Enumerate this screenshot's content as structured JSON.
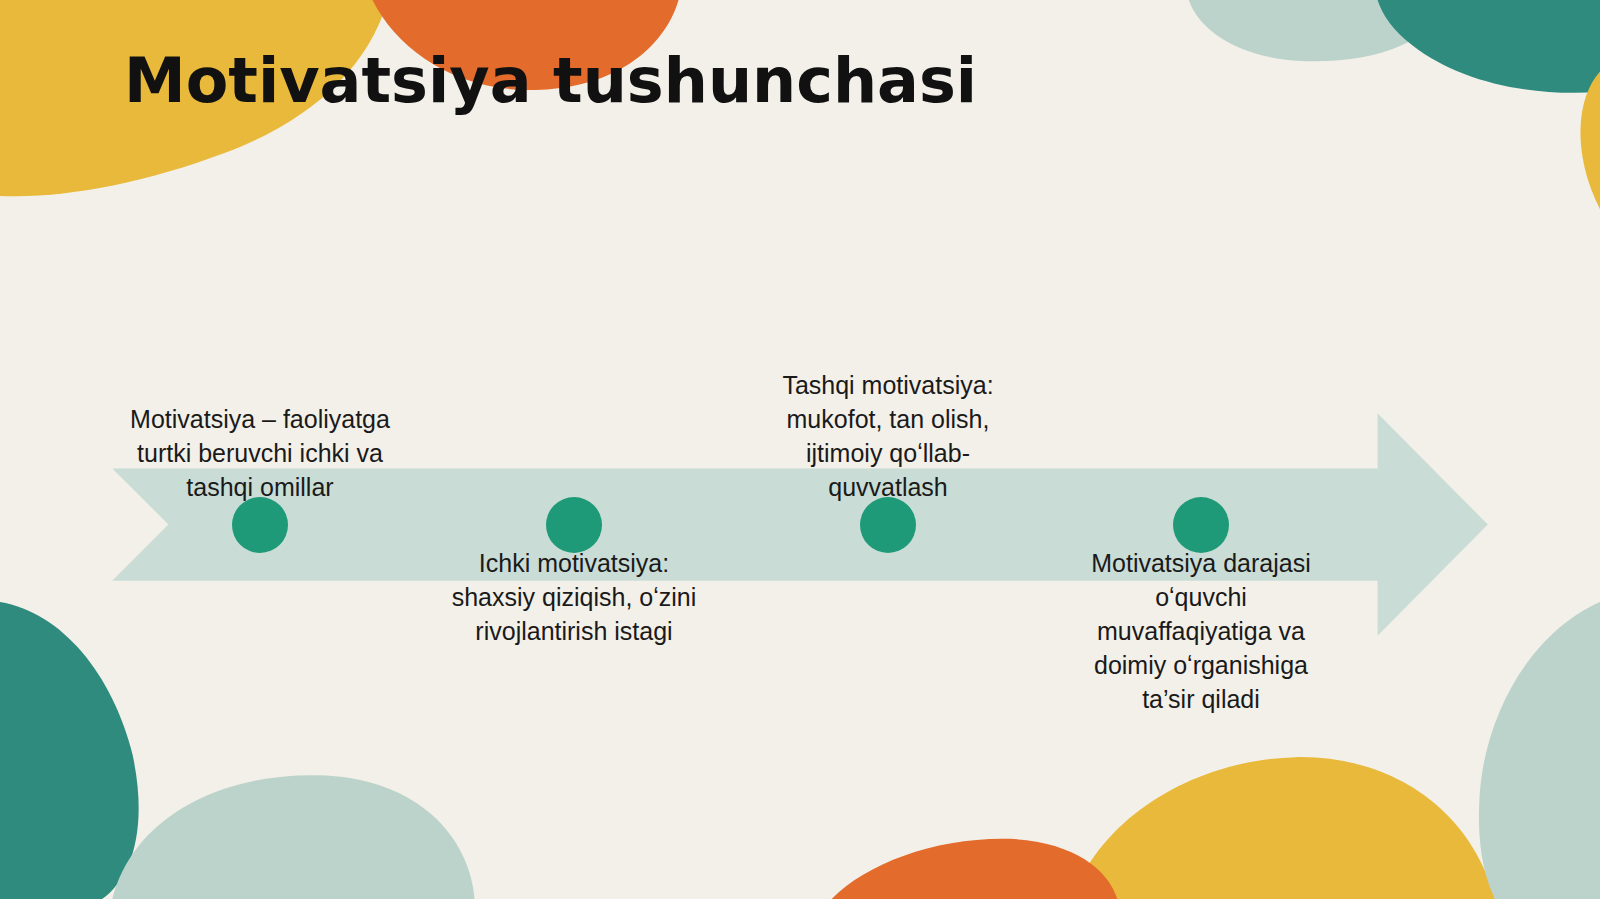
{
  "diagram": {
    "title": "Motivatsiya tushunchasi",
    "nodes": [
      {
        "text": [
          "Motivatsiya – faoliyatga turtki beruvchi ichki va tashqi omillar"
        ]
      },
      {
        "text": [
          "Ichki motivatsiya: shaxsiy qiziqish, oʻzini rivojlantirish istagi"
        ]
      },
      {
        "text": [
          "Tashqi motivatsiya: mukofot, tan olish, ijtimoiy qoʻllab-quvvatlash"
        ]
      },
      {
        "text": [
          "Motivatsiya darajasi oʻquvchi muvaffaqiyatiga va doimiy oʻrganishiga ta’sir qiladi"
        ]
      }
    ]
  }
}
